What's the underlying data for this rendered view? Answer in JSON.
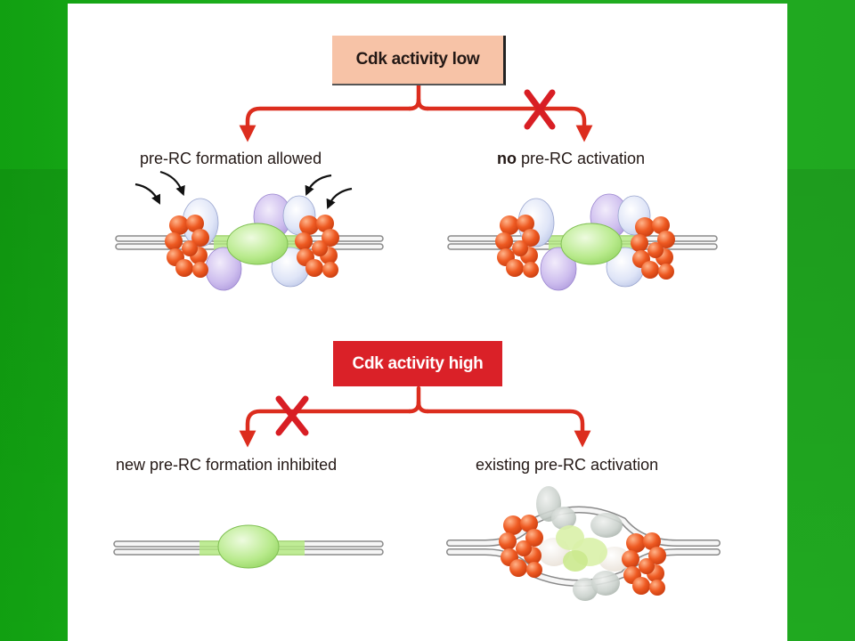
{
  "top": {
    "condition": "Cdk activity low",
    "left_outcome": "pre-RC formation allowed",
    "right_outcome_bold": "no",
    "right_outcome_rest": " pre-RC activation"
  },
  "bottom": {
    "condition": "Cdk activity high",
    "left_outcome": "new pre-RC formation inhibited",
    "right_outcome": "existing pre-RC activation"
  },
  "colors": {
    "arrow_red": "#dc2d1e",
    "box_low_fill": "#f7c3a7",
    "box_high_fill": "#da2128",
    "mcm_orange": "#ee5a22",
    "cdc6_lavender": "#c7b6ea",
    "orc_green": "#a8e07a",
    "dna_grey": "#b8b8b8",
    "slide_green": "#1fb21f"
  },
  "icons": [
    "block-x-icon",
    "curved-arrow-icon"
  ]
}
